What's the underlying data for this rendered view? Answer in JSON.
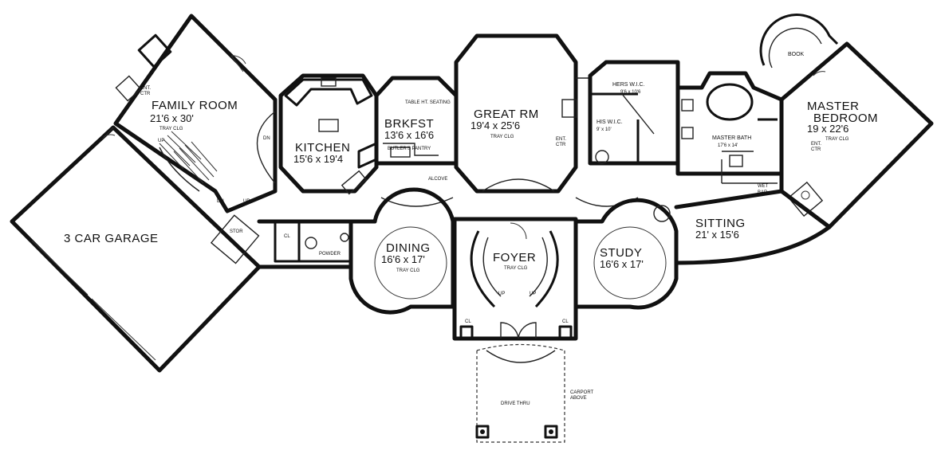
{
  "rooms": {
    "family_room": {
      "name": "FAMILY ROOM",
      "dims": "21'6 x 30'",
      "note": "TRAY CLG"
    },
    "kitchen": {
      "name": "KITCHEN",
      "dims": "15'6 x 19'4"
    },
    "brkfst": {
      "name": "BRKFST",
      "dims": "13'6 x 16'6"
    },
    "great_rm": {
      "name": "GREAT RM",
      "dims": "19'4 x 25'6",
      "note": "TRAY CLG"
    },
    "hers_wic": {
      "name": "HERS W.I.C.",
      "dims": "9'6 x 10'6"
    },
    "his_wic": {
      "name": "HIS W.I.C.",
      "dims": "9' x 10'"
    },
    "master_bath": {
      "name": "MASTER BATH",
      "dims": "17'6 x 14'"
    },
    "master_bedroom": {
      "name": "MASTER",
      "name2": "BEDROOM",
      "dims": "19 x 22'6",
      "note": "TRAY CLG"
    },
    "garage": {
      "name": "3 CAR GARAGE"
    },
    "dining": {
      "name": "DINING",
      "dims": "16'6 x 17'",
      "note": "TRAY CLG"
    },
    "foyer": {
      "name": "FOYER",
      "note": "TRAY CLG"
    },
    "study": {
      "name": "STUDY",
      "dims": "16'6 x 17'"
    },
    "sitting": {
      "name": "SITTING",
      "dims": "21' x 15'6"
    },
    "powder": {
      "name": "POWDER"
    },
    "book": {
      "name": "BOOK"
    }
  },
  "labels": {
    "ent_ctr_left": "ENT.",
    "ent_ctr_left2": "CTR",
    "ent_ctr_great": "ENT.",
    "ent_ctr_great2": "CTR",
    "ent_ctr_master": "ENT.",
    "ent_ctr_master2": "CTR",
    "alcove": "ALCOVE",
    "butler_pantry": "BUTLER'S PANTRY",
    "table_seating": "TABLE HT. SEATING",
    "wet_bar": "WET",
    "wet_bar2": "BAR",
    "stor": "STOR",
    "cl_1": "CL",
    "cl_2": "CL",
    "cl_3": "CL",
    "cl_4": "CL",
    "dn": "DN",
    "up_1": "UP",
    "up_2": "UP",
    "up_3": "UP",
    "up_4": "UP",
    "dn_2": "DN",
    "drive_thru": "DRIVE THRU",
    "carport": "CARPORT",
    "carport2": "ABOVE"
  }
}
